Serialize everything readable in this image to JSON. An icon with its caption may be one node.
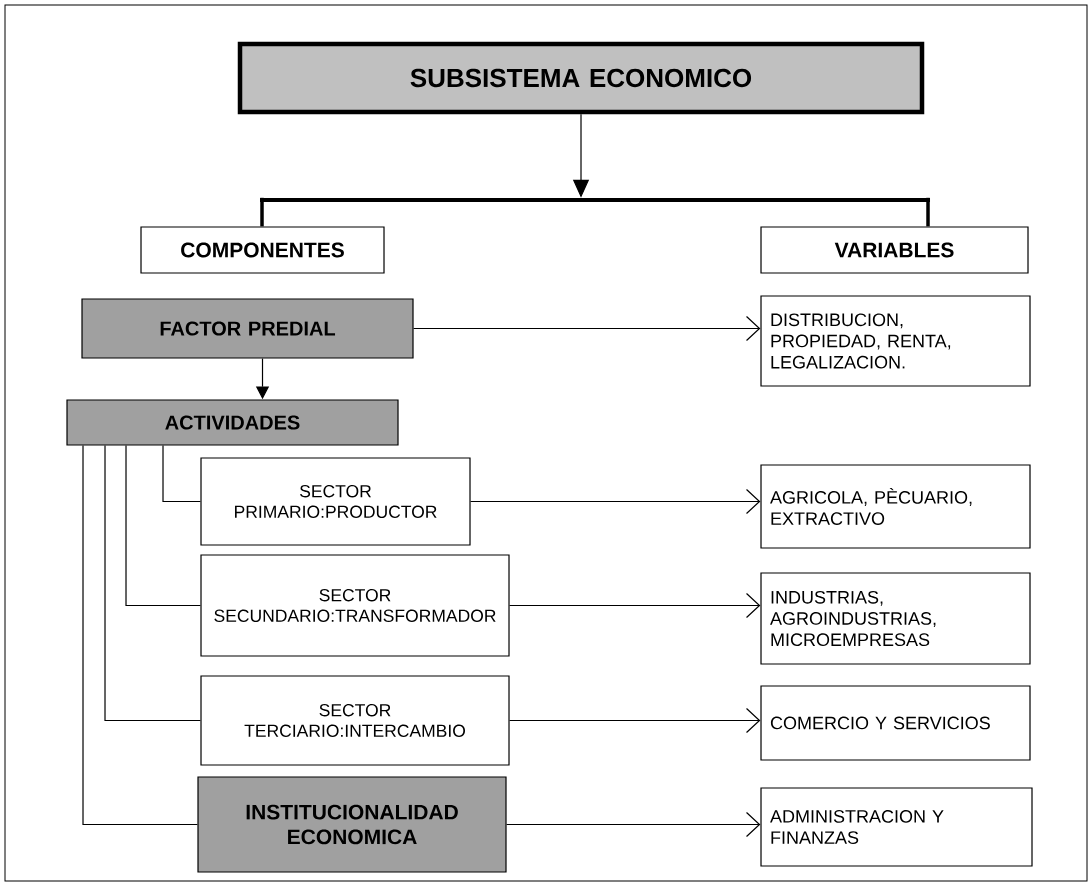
{
  "diagram": {
    "nodes": [
      {
        "text": [
          "SUBSISTEMA ECONOMICO"
        ]
      },
      {
        "text": [
          "COMPONENTES"
        ]
      },
      {
        "text": [
          "VARIABLES"
        ]
      },
      {
        "text": [
          "FACTOR PREDIAL"
        ]
      },
      {
        "text": [
          "DISTRIBUCION, PROPIEDAD, RENTA, LEGALIZACION."
        ]
      },
      {
        "text": [
          "ACTIVIDADES"
        ]
      },
      {
        "text": [
          "SECTOR PRIMARIO:PRODUCTOR"
        ]
      },
      {
        "text": [
          "AGRICOLA, PÈCUARIO, EXTRACTIVO"
        ]
      },
      {
        "text": [
          "SECTOR SECUNDARIO:TRANSFORMADOR"
        ]
      },
      {
        "text": [
          "INDUSTRIAS, AGROINDUSTRIAS, MICROEMPRESAS"
        ]
      },
      {
        "text": [
          "SECTOR TERCIARIO:INTERCAMBIO"
        ]
      },
      {
        "text": [
          "COMERCIO Y SERVICIOS"
        ]
      },
      {
        "text": [
          "INSTITUCIONALIDAD ECONOMICA"
        ]
      },
      {
        "text": [
          "ADMINISTRACION Y FINANZAS"
        ]
      },
      {
        "text": [],
        "shape": "bar"
      }
    ],
    "edges": [
      {
        "from": 0,
        "to": 14,
        "arrow": "to"
      },
      {
        "from": 14,
        "to": 1,
        "arrow": "none",
        "style": "thick"
      },
      {
        "from": 14,
        "to": 2,
        "arrow": "none",
        "style": "thick"
      },
      {
        "from": 3,
        "to": 4,
        "arrow": "to"
      },
      {
        "from": 3,
        "to": 5,
        "arrow": "to"
      },
      {
        "from": 5,
        "to": 6,
        "arrow": "none"
      },
      {
        "from": 5,
        "to": 8,
        "arrow": "none"
      },
      {
        "from": 5,
        "to": 10,
        "arrow": "none"
      },
      {
        "from": 5,
        "to": 12,
        "arrow": "none"
      },
      {
        "from": 6,
        "to": 7,
        "arrow": "to"
      },
      {
        "from": 8,
        "to": 9,
        "arrow": "to"
      },
      {
        "from": 10,
        "to": 11,
        "arrow": "to"
      },
      {
        "from": 12,
        "to": 13,
        "arrow": "to"
      }
    ]
  }
}
